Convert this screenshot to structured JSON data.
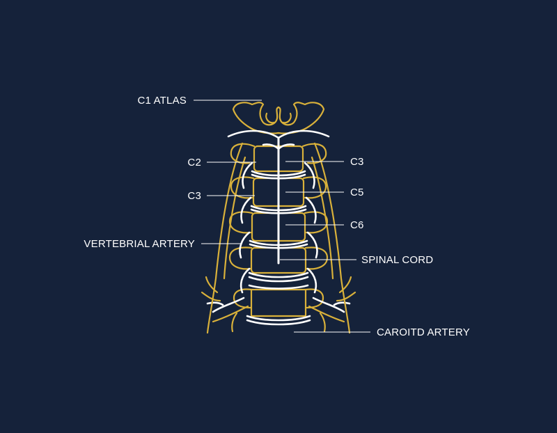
{
  "colors": {
    "background": "#15223a",
    "accent_gold": "#d9b13a",
    "line_white": "#ffffff"
  },
  "labels": {
    "c1_atlas": "C1 ATLAS",
    "c2": "C2",
    "c3_left": "C3",
    "vertebrial_artery": "VERTEBRIAL ARTERY",
    "c3_right": "C3",
    "c5": "C5",
    "c6": "C6",
    "spinal_cord": "SPINAL CORD",
    "carotid_artery": "CAROITD ARTERY"
  }
}
